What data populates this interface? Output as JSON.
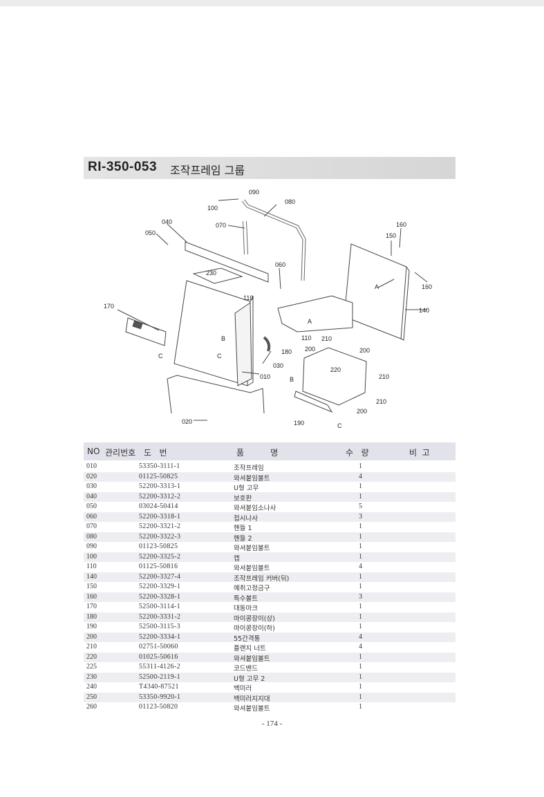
{
  "header": {
    "code": "RI-350-053",
    "group_name": "조작프레임 그룹"
  },
  "diagram": {
    "callouts": [
      "090",
      "100",
      "080",
      "070",
      "040",
      "050",
      "060",
      "230",
      "110",
      "170",
      "B",
      "C",
      "030",
      "010",
      "020",
      "160",
      "150",
      "A",
      "160",
      "140",
      "A",
      "110",
      "210",
      "200",
      "180",
      "200",
      "220",
      "B",
      "210",
      "210",
      "200",
      "190",
      "C"
    ]
  },
  "table": {
    "headers": {
      "no": "NO",
      "mgmt": "관리번호",
      "drawing": "도   번",
      "name": "품          명",
      "qty": "수   량",
      "remark": "비  고"
    },
    "rows": [
      {
        "no": "010",
        "part": "53350-3111-1",
        "name": "조작프레임",
        "qty": "1"
      },
      {
        "no": "020",
        "part": "01125-50825",
        "name": "와셔붙임볼트",
        "qty": "4"
      },
      {
        "no": "030",
        "part": "52200-3313-1",
        "name": "U형 고무",
        "qty": "1"
      },
      {
        "no": "040",
        "part": "52200-3312-2",
        "name": "보호판",
        "qty": "1"
      },
      {
        "no": "050",
        "part": "03024-50414",
        "name": "와셔붙임소나사",
        "qty": "5"
      },
      {
        "no": "060",
        "part": "52200-3318-1",
        "name": "접시나사",
        "qty": "3"
      },
      {
        "no": "070",
        "part": "52200-3321-2",
        "name": "핸들 1",
        "qty": "1"
      },
      {
        "no": "080",
        "part": "52200-3322-3",
        "name": "핸들 2",
        "qty": "1"
      },
      {
        "no": "090",
        "part": "01123-50825",
        "name": "와셔붙임볼트",
        "qty": "1"
      },
      {
        "no": "100",
        "part": "52200-3325-2",
        "name": "캡",
        "qty": "1"
      },
      {
        "no": "110",
        "part": "01125-50816",
        "name": "와셔붙임볼트",
        "qty": "4"
      },
      {
        "no": "140",
        "part": "52200-3327-4",
        "name": "조작프레임 커버(뒤)",
        "qty": "1"
      },
      {
        "no": "150",
        "part": "52200-3329-1",
        "name": "예취고정금구",
        "qty": "1"
      },
      {
        "no": "160",
        "part": "52200-3328-1",
        "name": "특수볼트",
        "qty": "3"
      },
      {
        "no": "170",
        "part": "52500-3114-1",
        "name": "대동마크",
        "qty": "1"
      },
      {
        "no": "180",
        "part": "52200-3331-2",
        "name": "마이콩장이(상)",
        "qty": "1"
      },
      {
        "no": "190",
        "part": "52500-3115-3",
        "name": "마이콩장이(하)",
        "qty": "1"
      },
      {
        "no": "200",
        "part": "52200-3334-1",
        "name": "55간격통",
        "qty": "4"
      },
      {
        "no": "210",
        "part": "02751-50060",
        "name": "플랜지 너트",
        "qty": "4"
      },
      {
        "no": "220",
        "part": "01025-50616",
        "name": "와셔붙임볼트",
        "qty": "1"
      },
      {
        "no": "225",
        "part": "55311-4126-2",
        "name": "코드밴드",
        "qty": "1"
      },
      {
        "no": "230",
        "part": "52500-2119-1",
        "name": "U형 고무 2",
        "qty": "1"
      },
      {
        "no": "240",
        "part": "T4340-87521",
        "name": "백미러",
        "qty": "1"
      },
      {
        "no": "250",
        "part": "53350-9920-1",
        "name": "백미러지지대",
        "qty": "1"
      },
      {
        "no": "260",
        "part": "01123-50820",
        "name": "와셔붙임볼트",
        "qty": "1"
      }
    ]
  },
  "footer": {
    "page": "- 174 -"
  }
}
